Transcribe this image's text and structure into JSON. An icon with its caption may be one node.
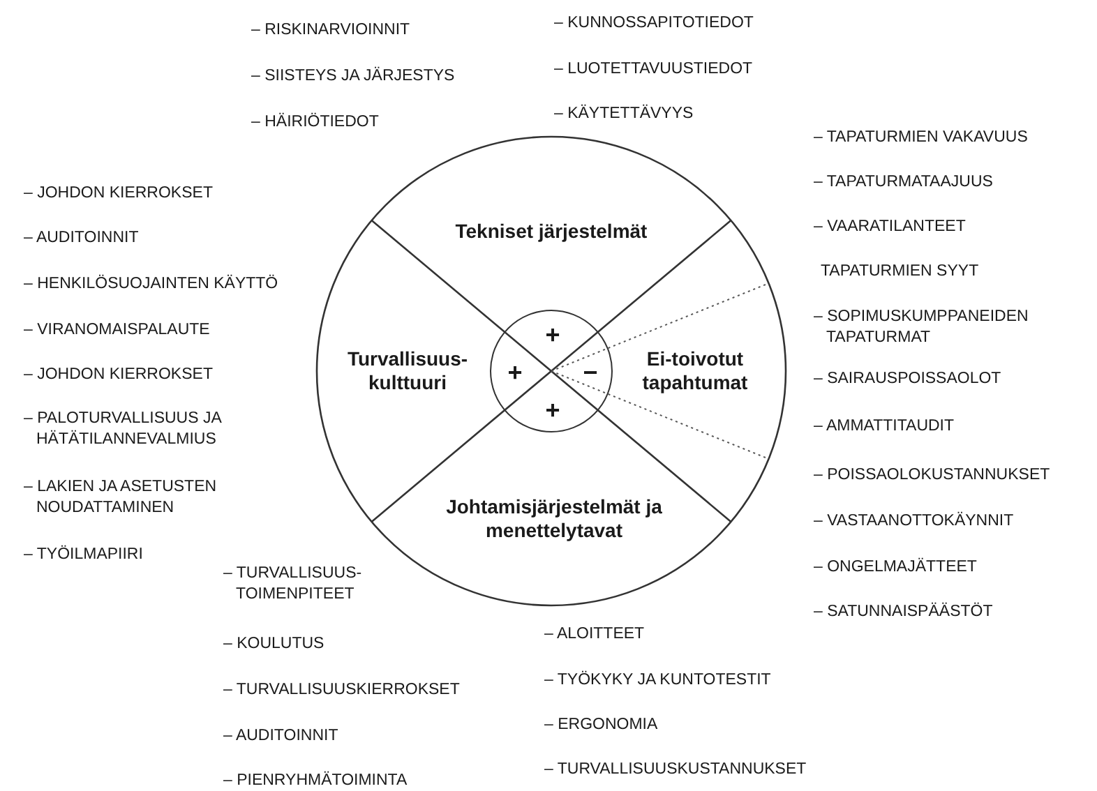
{
  "diagram": {
    "nodes": [
      {
        "text": [
          "Tekniset järjestelmät"
        ]
      },
      {
        "text": [
          "Turvallisuus- kulttuuri"
        ]
      },
      {
        "text": [
          "+",
          "+",
          "−",
          "+"
        ]
      },
      {
        "text": [
          "Ei-toivotut tapahtumat"
        ]
      },
      {
        "text": [
          "Johtamisjärjestelmät ja menettelytavat"
        ]
      }
    ],
    "labels": [
      "– RISKINARVIOINNIT",
      "– KUNNOSSAPITOTIEDOT",
      "– SIISTEYS JA JÄRJESTYS",
      "– LUOTETTAVUUSTIEDOT",
      "– HÄIRIÖTIEDOT",
      "– KÄYTETTÄVYYS",
      "– TAPATURMIEN VAKAVUUS",
      "– TAPATURMATAAJUUS",
      "– JOHDON KIERROKSET",
      "– VAARATILANTEET",
      "– AUDITOINNIT",
      "TAPATURMIEN SYYT",
      "– HENKILÖSUOJAINTEN KÄYTTÖ",
      "– SOPIMUSKUMPPANEIDEN TAPATURMAT",
      "– VIRANOMAISPALAUTE",
      "– JOHDON KIERROKSET",
      "– SAIRAUSPOISSAOLOT",
      "– PALOTURVALLISUUS JA HÄTÄTILANNEVALMIUS",
      "– AMMATTITAUDIT",
      "– POISSAOLOKUSTANNUKSET",
      "– LAKIEN JA ASETUSTEN NOUDATTAMINEN",
      "– VASTAANOTTOKÄYNNIT",
      "– TYÖILMAPIIRI",
      "– ONGELMAJÄTTEET",
      "– TURVALLISUUS- TOIMENPITEET",
      "– SATUNNAISPÄÄSTÖT",
      "– ALOITTEET",
      "– KOULUTUS",
      "– TYÖKYKY JA KUNTOTESTIT",
      "– TURVALLISUUSKIERROKSET",
      "– ERGONOMIA",
      "– AUDITOINNIT",
      "– TURVALLISUUSKUSTANNUKSET",
      "– PIENRYHMÄTOIMINTA"
    ]
  }
}
